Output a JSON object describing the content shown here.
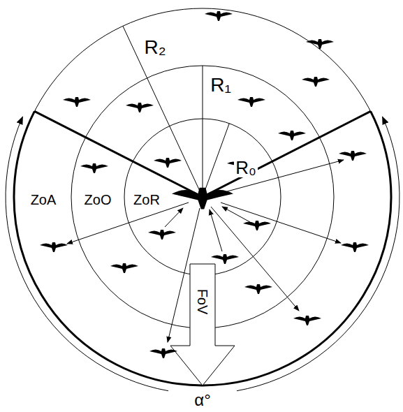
{
  "diagram": {
    "labels": [
      "R₂",
      "R₁",
      "R₀",
      "ZoA",
      "ZoO",
      "ZoR",
      "FoV",
      "α°"
    ]
  }
}
